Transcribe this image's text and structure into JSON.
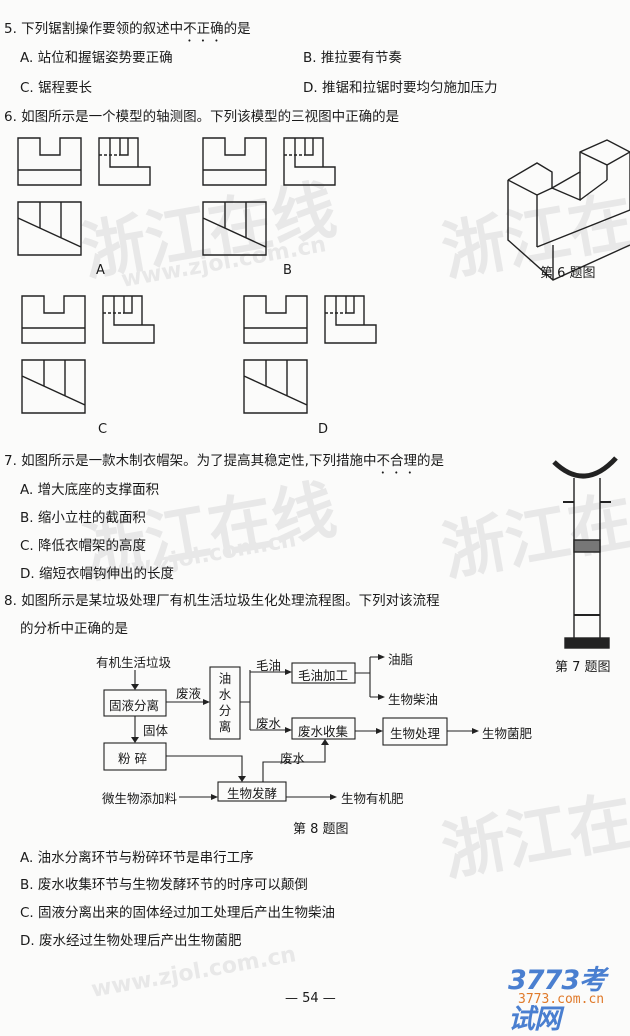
{
  "watermark": {
    "brand": "浙江在线",
    "url": "www.zjol.com.cn"
  },
  "q5": {
    "stem_prefix": "5. 下列锯割操作要领的叙述中",
    "stem_emph": "不正确",
    "stem_suffix": "的是",
    "options": [
      "A. 站位和握锯姿势要正确",
      "B. 推拉要有节奏",
      "C. 锯程要长",
      "D. 推锯和拉锯时要均匀施加压力"
    ]
  },
  "q6": {
    "stem": "6. 如图所示是一个模型的轴测图。下列该模型的三视图中正确的是",
    "option_labels": [
      "A",
      "B",
      "C",
      "D"
    ],
    "figure_caption": "第 6 题图"
  },
  "q7": {
    "stem_prefix": "7. 如图所示是一款木制衣帽架。为了提高其稳定性,下列措施中",
    "stem_emph": "不合理",
    "stem_suffix": "的是",
    "options": [
      "A. 增大底座的支撑面积",
      "B. 缩小立柱的截面积",
      "C. 降低衣帽架的高度",
      "D. 缩短衣帽钩伸出的长度"
    ],
    "figure_caption": "第 7 题图"
  },
  "q8": {
    "stem_line1": "8. 如图所示是某垃圾处理厂有机生活垃圾生化处理流程图。下列对该流程",
    "stem_line2": "的分析中正确的是",
    "flow": {
      "input": "有机生活垃圾",
      "solid_liquid": "固液分离",
      "waste_liquid": "废液",
      "oil_water": "油水分离",
      "crude_oil": "毛油",
      "crude_oil_proc": "毛油加工",
      "grease": "油脂",
      "biodiesel": "生物柴油",
      "waste_water": "废水",
      "ww_collect": "废水收集",
      "bio_treat": "生物处理",
      "bio_fert": "生物菌肥",
      "solid": "固体",
      "crush": "粉 碎",
      "waste_water2": "废水",
      "microbe": "微生物添加料",
      "ferment": "生物发酵",
      "organic_fert": "生物有机肥"
    },
    "figure_caption": "第 8 题图",
    "options": [
      "A. 油水分离环节与粉碎环节是串行工序",
      "B. 废水收集环节与生物发酵环节的时序可以颠倒",
      "C. 固液分离出来的固体经过加工处理后产出生物柴油",
      "D. 废水经过生物处理后产出生物菌肥"
    ]
  },
  "footer": {
    "page_number": "— 54 —",
    "logo_text": "3773考试网",
    "logo_url": "3773.com.cn"
  }
}
